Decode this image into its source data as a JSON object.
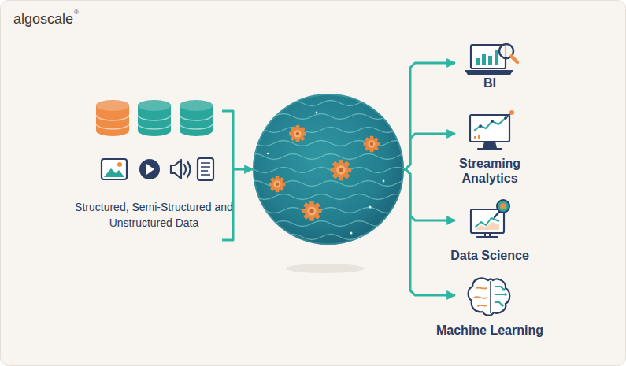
{
  "diagram": {
    "nodes": [
      {
        "text": [
          "Structured, Semi-Structured and Unstructured Data"
        ]
      },
      {
        "text": []
      },
      {
        "text": [
          "BI"
        ]
      },
      {
        "text": [
          "Streaming Analytics"
        ]
      },
      {
        "text": [
          "Data Science"
        ]
      },
      {
        "text": [
          "Machine Learning"
        ]
      }
    ],
    "edges": [
      {
        "from": 0,
        "to": 1,
        "arrow": "to"
      },
      {
        "from": 1,
        "to": 2,
        "arrow": "to"
      },
      {
        "from": 1,
        "to": 3,
        "arrow": "to"
      },
      {
        "from": 1,
        "to": 4,
        "arrow": "to"
      },
      {
        "from": 1,
        "to": 5,
        "arrow": "to"
      }
    ],
    "labels": [
      "algoscale",
      "®"
    ]
  }
}
